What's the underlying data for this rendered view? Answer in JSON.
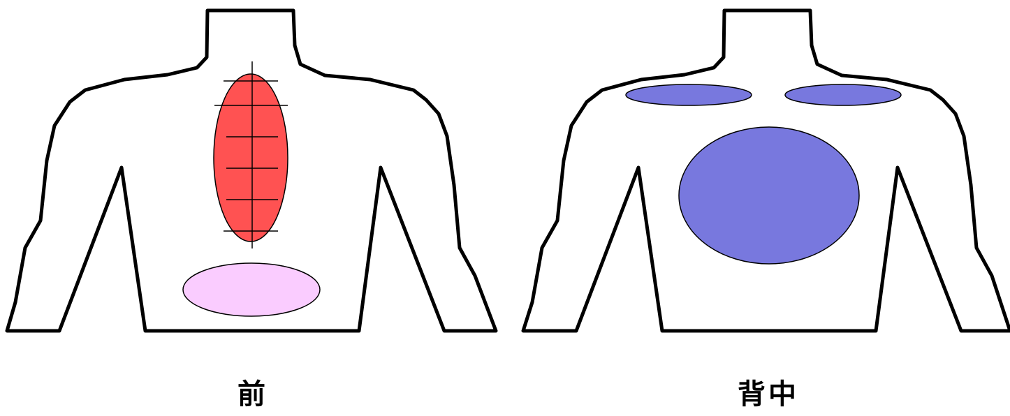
{
  "figures": [
    {
      "label": "前",
      "regions": [
        {
          "name": "chest-region",
          "color": "#FF5252",
          "pattern": "cross-hatch"
        },
        {
          "name": "abdomen-region",
          "color": "#FACCFF",
          "pattern": "none"
        }
      ]
    },
    {
      "label": "背中",
      "regions": [
        {
          "name": "left-shoulder-region",
          "color": "#7878DE"
        },
        {
          "name": "right-shoulder-region",
          "color": "#7878DE"
        },
        {
          "name": "upper-back-region",
          "color": "#7878DE"
        }
      ]
    }
  ],
  "colors": {
    "outline": "#000000",
    "background": "#FFFFFF"
  }
}
